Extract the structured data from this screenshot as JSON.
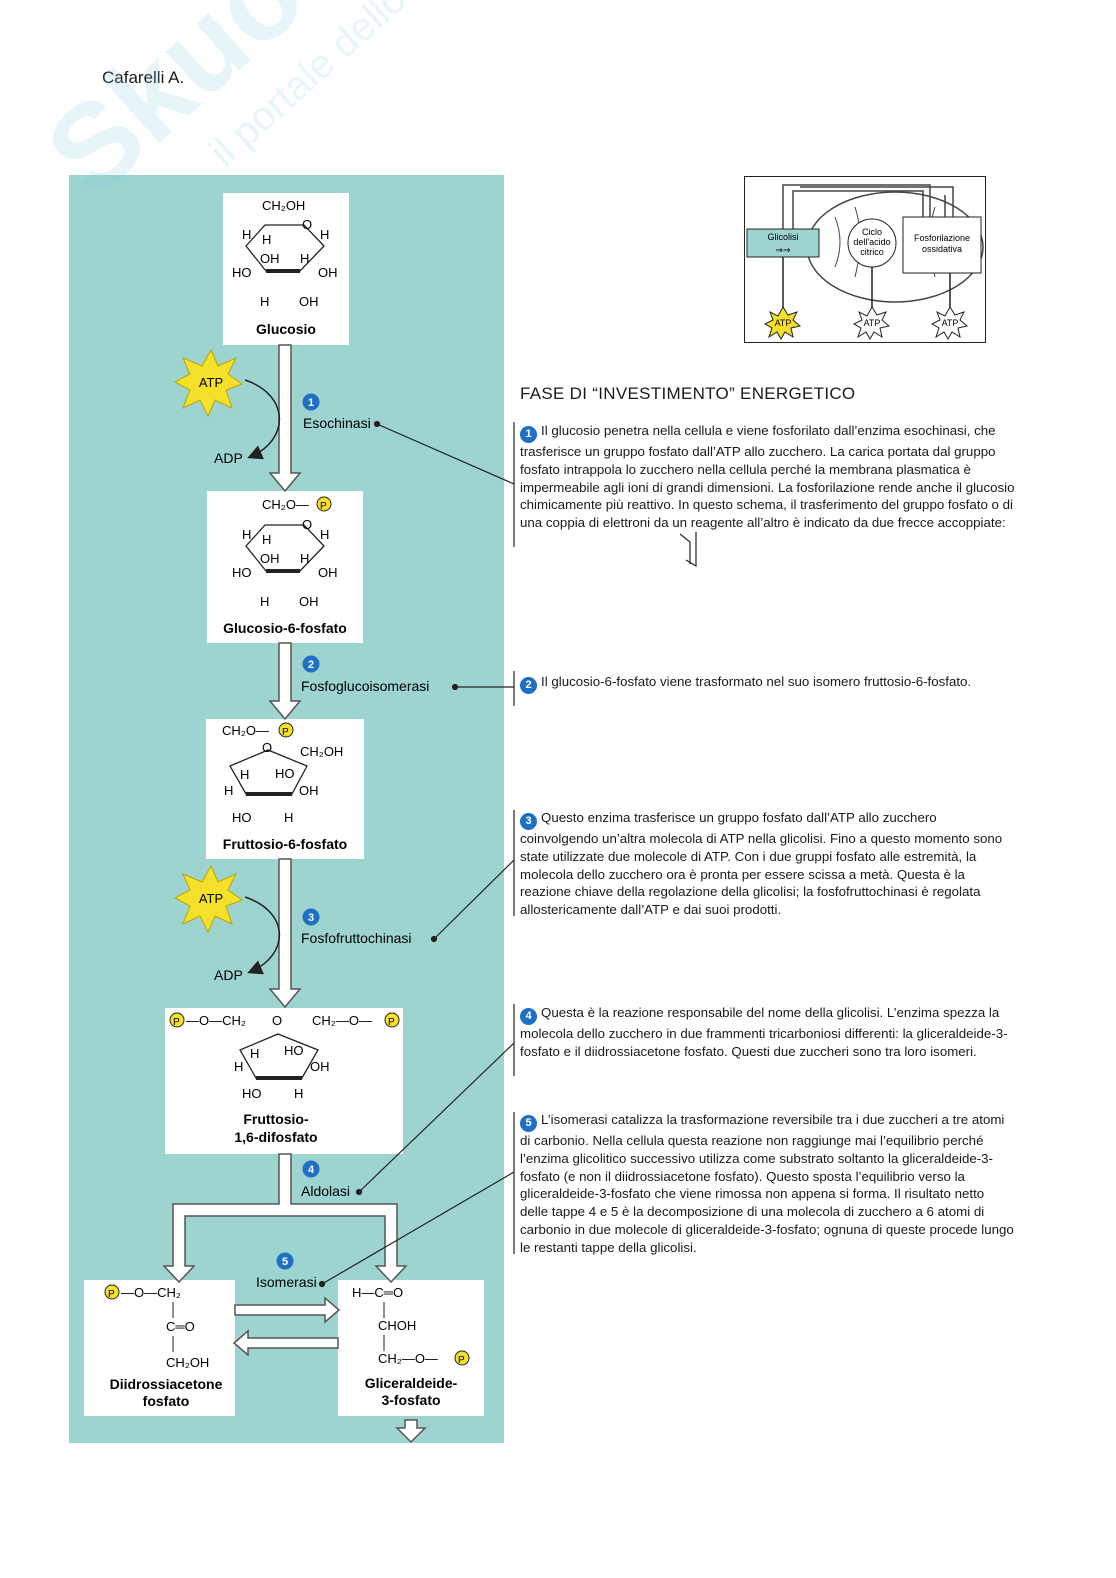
{
  "header": {
    "author": "Cafarelli A."
  },
  "watermark": {
    "brand": "Skuola.net",
    "tagline": "il portale dello studente"
  },
  "colors": {
    "panel": "#9dd4d0",
    "badge": "#1f6fc5",
    "atp_star": "#f5e12a"
  },
  "compounds": {
    "glucose": "Glucosio",
    "g6p": "Glucosio-6-fosfato",
    "f6p": "Fruttosio-6-fosfato",
    "f16bp_1": "Fruttosio-",
    "f16bp_2": "1,6-difosfato",
    "dhap_1": "Diidrossiacetone",
    "dhap_2": "fosfato",
    "g3p_1": "Gliceraldeide-",
    "g3p_2": "3-fosfato"
  },
  "enzymes": {
    "e1": {
      "num": "1",
      "name": "Esochinasi"
    },
    "e2": {
      "num": "2",
      "name": "Fosfoglucoisomerasi"
    },
    "e3": {
      "num": "3",
      "name": "Fosfofruttochinasi"
    },
    "e4": {
      "num": "4",
      "name": "Aldolasi"
    },
    "e5": {
      "num": "5",
      "name": "Isomerasi"
    }
  },
  "cofactors": {
    "atp": "ATP",
    "adp": "ADP"
  },
  "atoms": {
    "ch2oh": "CH₂OH",
    "ch2o_p": "CH₂O—",
    "h": "H",
    "o": "O",
    "oh": "OH",
    "ho": "HO",
    "p": "P",
    "p_o_ch2": "—O—CH₂",
    "ch2_o_p": "CH₂—O—",
    "ch2": "CH₂",
    "c_o": "C═O",
    "h_c_o": "H—C═O",
    "choh": "CHOH",
    "ch2_o": "CH₂—O—"
  },
  "mito": {
    "glicolisi": "Glicolisi",
    "ciclo_1": "Ciclo",
    "ciclo_2": "dell'acido",
    "ciclo_3": "citrico",
    "fosf_1": "Fosforilazione",
    "fosf_2": "ossidativa",
    "atp": "ATP"
  },
  "text": {
    "title": "FASE DI “INVESTIMENTO” ENERGETICO",
    "step1": "Il glucosio penetra nella cellula e viene fosforilato dall’enzima esochinasi, che trasferisce un gruppo fosfato dall’ATP allo zucchero. La carica portata dal gruppo fosfato intrappola lo zucchero nella cellula perché la membrana plasmatica è impermeabile agli ioni di grandi dimensioni. La fosforilazione rende anche il glucosio chimicamente più reattivo. In questo schema, il trasferimento del gruppo fosfato o di una coppia di elettroni da un reagente all’altro è indicato da due frecce accoppiate:",
    "step2": "Il glucosio-6-fosfato viene trasformato nel suo isomero fruttosio-6-fosfato.",
    "step3": "Questo enzima trasferisce un gruppo fosfato dall’ATP allo zucchero coinvolgendo un’altra molecola di ATP nella glicolisi. Fino a questo momento sono state utilizzate due molecole di ATP. Con i due gruppi fosfato alle estremità, la molecola dello zucchero ora è pronta per essere scissa a metà. Questa è la reazione chiave della regolazione della glicolisi; la fosfofruttochinasi è regolata allostericamente dall’ATP e dai suoi prodotti.",
    "step4": "Questa è la reazione responsabile del nome della glicolisi. L’enzima spezza la molecola dello zucchero in due frammenti tricarboniosi differenti: la gliceraldeide-3-fosfato e il diidrossiacetone fosfato. Questi due zuccheri sono tra loro isomeri.",
    "step5": "L’isomerasi catalizza la trasformazione reversibile tra i due zuccheri a tre atomi di carbonio. Nella cellula questa reazione non raggiunge mai l’equilibrio perché l’enzima glicolitico successivo utilizza come substrato soltanto la gliceraldeide-3-fosfato (e non il diidrossiacetone fosfato). Questo sposta l’equilibrio verso la gliceraldeide-3-fosfato che viene rimossa non appena si forma. Il risultato netto delle tappe 4 e 5 è la decomposizione di una molecola di zucchero a 6 atomi di carbonio in due molecole di gliceraldeide-3-fosfato; ognuna di queste procede lungo le restanti tappe della glicolisi."
  }
}
